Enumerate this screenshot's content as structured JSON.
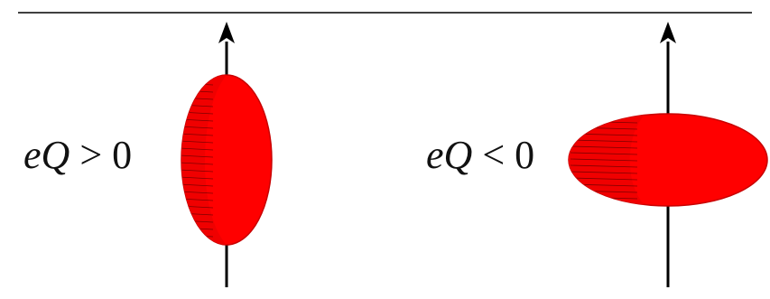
{
  "panels": [
    {
      "label_var": "eQ",
      "label_rel": " > 0",
      "shape": "prolate",
      "fill_color": "#ff0000",
      "edge_color": "#c80000",
      "hatch_color": "#5a0000"
    },
    {
      "label_var": "eQ",
      "label_rel": " < 0",
      "shape": "oblate",
      "fill_color": "#ff0000",
      "edge_color": "#c80000",
      "hatch_color": "#5a0000"
    }
  ],
  "axis_color": "#000000"
}
